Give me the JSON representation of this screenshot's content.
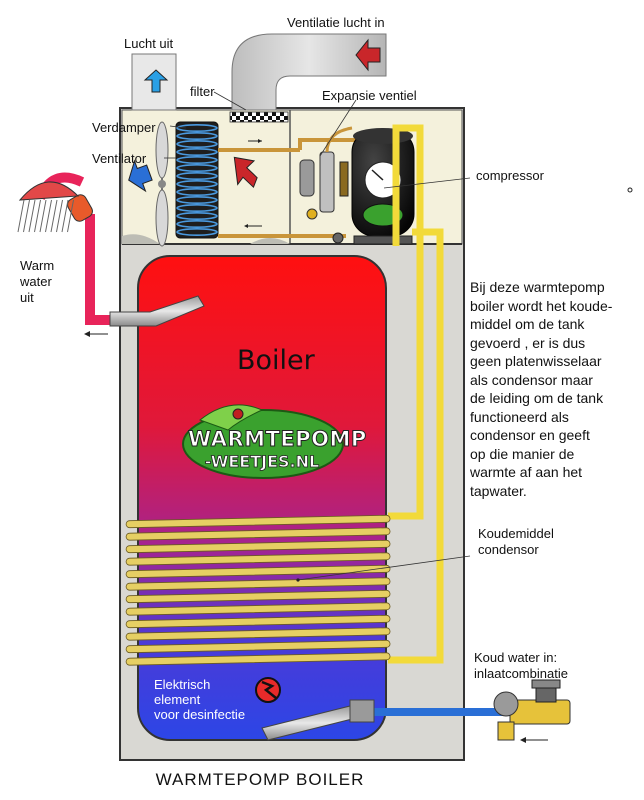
{
  "labels": {
    "ventilatie_in": "Ventilatie lucht in",
    "lucht_uit": "Lucht uit",
    "filter": "filter",
    "expansie": "Expansie ventiel",
    "verdamper": "Verdamper",
    "ventilator": "Ventilator",
    "compressor": "compressor",
    "warm_water": [
      "Warm",
      "water",
      "uit"
    ],
    "koudemiddel": [
      "Koudemiddel",
      "condensor"
    ],
    "koud_water": [
      "Koud water in:",
      "inlaatcombinatie"
    ],
    "elektrisch": [
      "Elektrisch",
      "element",
      "voor desinfectie"
    ],
    "boiler": "Boiler",
    "bottom_title": "WARMTEPOMP  BOILER"
  },
  "description_lines": [
    "Bij deze warmtepomp",
    "boiler wordt het koude-",
    "middel om de tank",
    "gevoerd , er is dus",
    "geen platenwisselaar",
    "als condensor maar",
    "de leiding om de tank",
    "functioneerd als",
    "condensor en geeft",
    "op die manier de",
    "warmte af aan het",
    "tapwater."
  ],
  "logo": {
    "line1": "WARMTEPOMP",
    "line2": "-WEETJES.NL"
  },
  "colors": {
    "cabinet": "#d9d8d3",
    "top_section": "#f4f1dc",
    "tank_top": "#ff1a1a",
    "tank_bottom": "#2b4ce8",
    "pipe_yellow": "#f2da3a",
    "coil": "#e6cf63",
    "hot_pipe": "#e8245a",
    "cold_pipe": "#2a6fd6",
    "logo_green": "#3aa12e"
  }
}
